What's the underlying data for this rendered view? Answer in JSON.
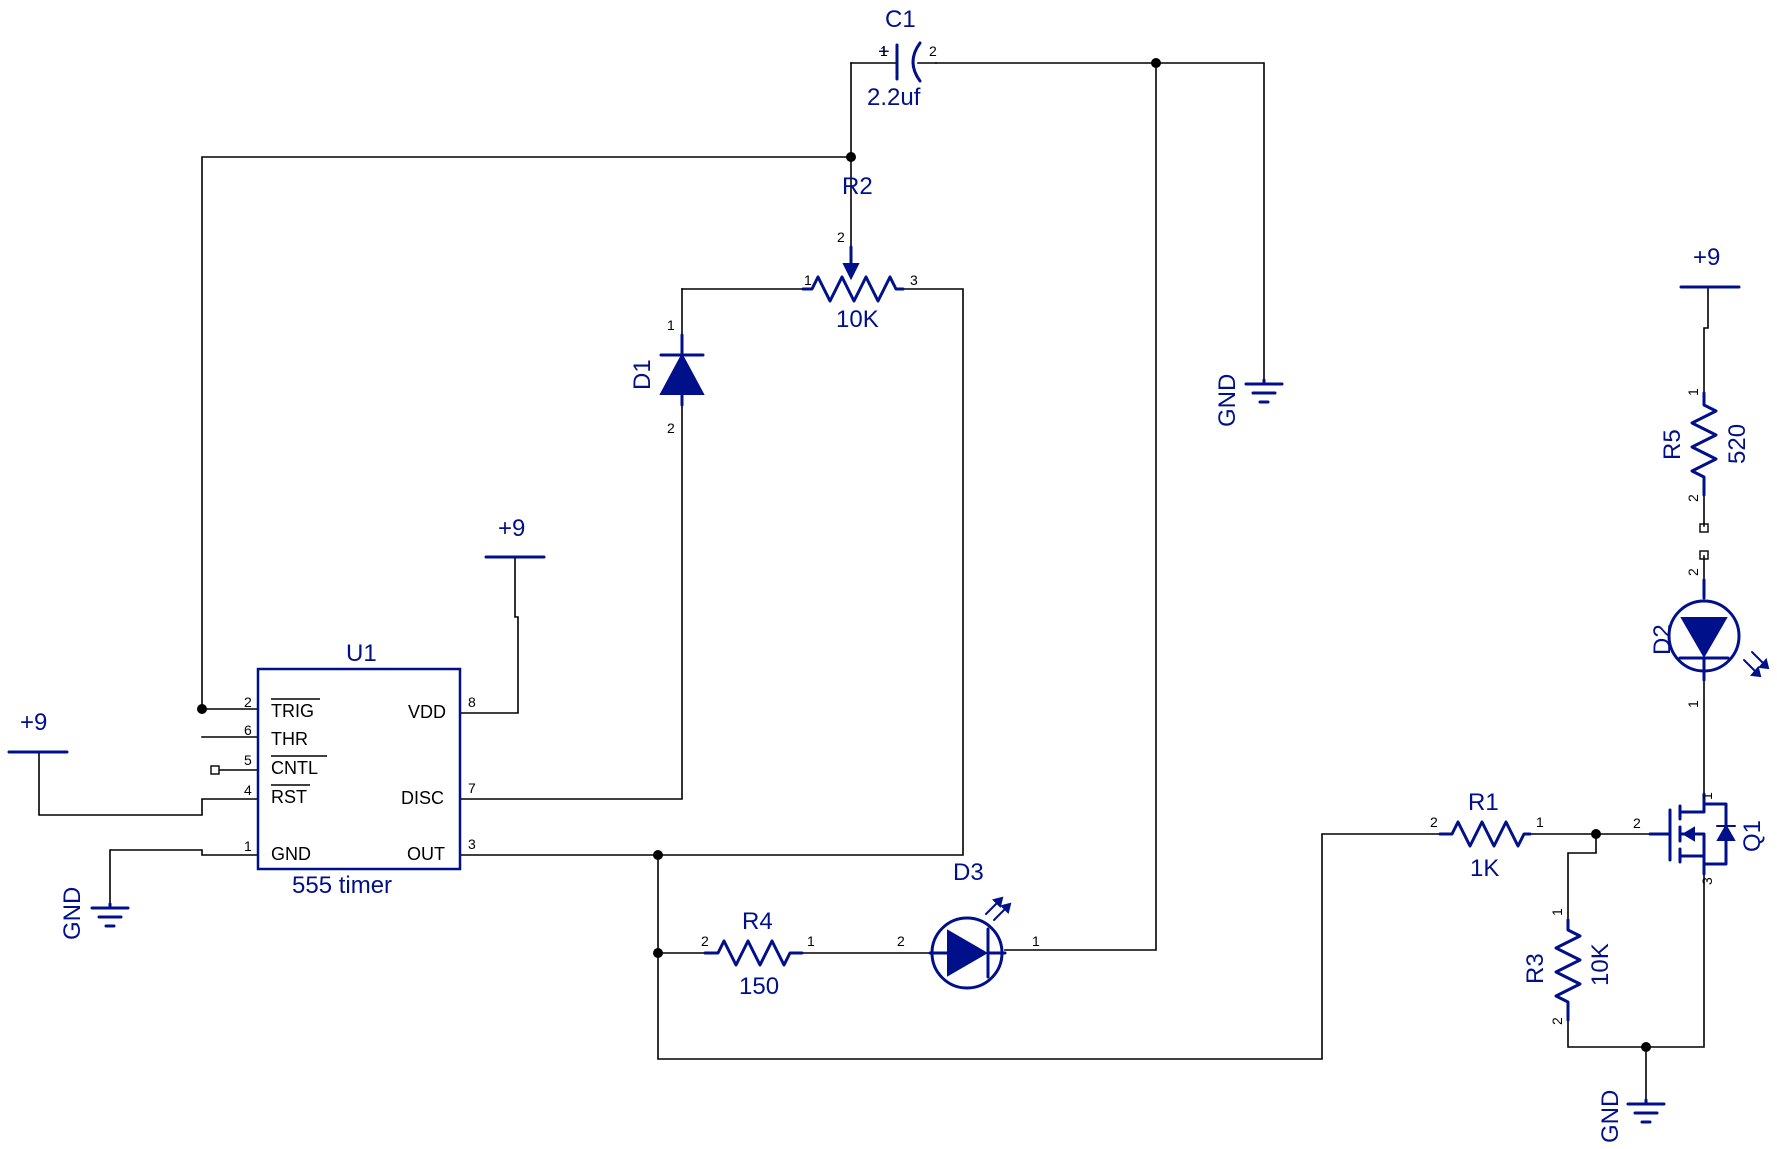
{
  "u1": {
    "ref": "U1",
    "value": "555  timer",
    "pins": {
      "trig": "TRIG",
      "thr": "THR",
      "cntl": "CNTL",
      "rst": "RST",
      "gnd": "GND",
      "vdd": "VDD",
      "disc": "DISC",
      "out": "OUT",
      "n2": "2",
      "n6": "6",
      "n5": "5",
      "n4": "4",
      "n1": "1",
      "n8": "8",
      "n7": "7",
      "n3": "3"
    }
  },
  "c1": {
    "ref": "C1",
    "value": "2.2uf",
    "pin1": "1",
    "pin2": "2",
    "plus": "+"
  },
  "r2": {
    "ref": "R2",
    "value": "10K",
    "pin1": "1",
    "pin2": "2",
    "pin3": "3"
  },
  "d1": {
    "ref": "D1",
    "pin1": "1",
    "pin2": "2"
  },
  "r4": {
    "ref": "R4",
    "value": "150",
    "pin1": "1",
    "pin2": "2"
  },
  "d3": {
    "ref": "D3",
    "pin1": "1",
    "pin2": "2"
  },
  "r1": {
    "ref": "R1",
    "value": "1K",
    "pin1": "1",
    "pin2": "2"
  },
  "r3": {
    "ref": "R3",
    "value": "10K",
    "pin1": "1",
    "pin2": "2"
  },
  "q1": {
    "ref": "Q1",
    "pin1": "1",
    "pin2": "2",
    "pin3": "3"
  },
  "d2": {
    "ref": "D2",
    "pin1": "1",
    "pin2": "2"
  },
  "r5": {
    "ref": "R5",
    "value": "520",
    "pin1": "1",
    "pin2": "2"
  },
  "power": {
    "vcc": "+9",
    "gnd": "GND"
  },
  "colors": {
    "symbol": "#00108a",
    "wire": "#000000",
    "background": "#ffffff"
  }
}
